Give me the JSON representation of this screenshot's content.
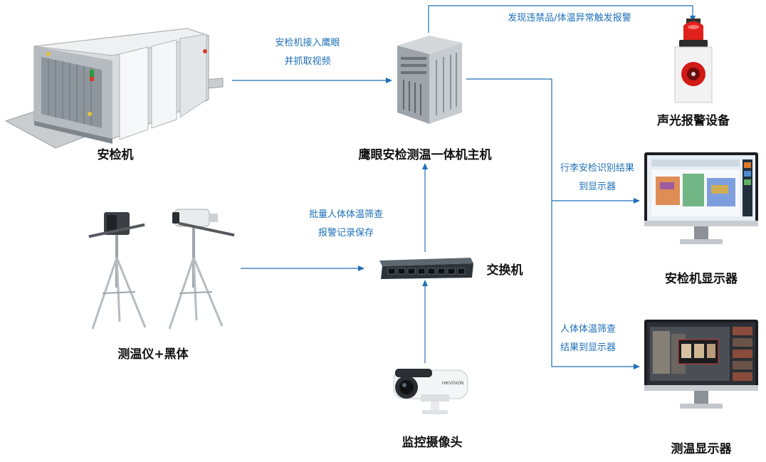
{
  "nodes": {
    "xray": {
      "label": "安检机"
    },
    "host": {
      "label": "鹰眼安检测温一体机主机"
    },
    "alarm": {
      "label": "声光报警设备"
    },
    "thermometer": {
      "label": "测温仪+黑体"
    },
    "switch": {
      "label": "交换机"
    },
    "xray_display": {
      "label": "安检机显示器"
    },
    "camera": {
      "label": "监控摄像头"
    },
    "temp_display": {
      "label": "测温显示器"
    }
  },
  "edges": {
    "xray_to_host": {
      "line1": "安检机接入鹰眼",
      "line2": "并抓取视频"
    },
    "host_to_alarm": {
      "line1": "发现违禁品/体温异常触发报警"
    },
    "switch_to_host": {
      "line1": "批量人体体温筛查",
      "line2": "报警记录保存"
    },
    "host_to_xray_display": {
      "line1": "行李安检识别结果",
      "line2": "到显示器"
    },
    "host_to_temp_display": {
      "line1": "人体体温筛查",
      "line2": "结果到显示器"
    }
  },
  "screens": {
    "camera_brand": "HIKVISION"
  },
  "colors": {
    "connector": "#1f6fb5",
    "label_blue": "#1d6fb8",
    "alarm_red": "#e0201b"
  }
}
